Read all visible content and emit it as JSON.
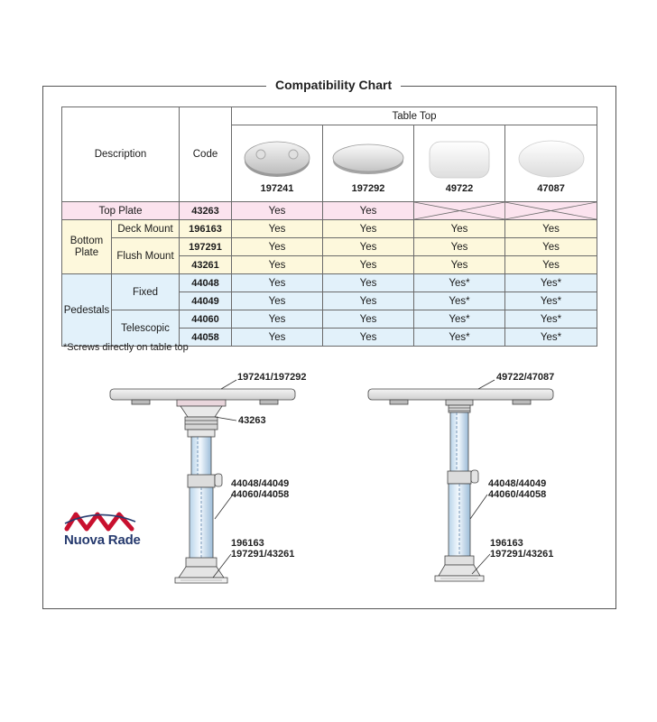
{
  "title": "Compatibility Chart",
  "header": {
    "description": "Description",
    "code": "Code",
    "table_top": "Table Top",
    "tops": [
      {
        "code": "197241",
        "shape": "oval-rounded"
      },
      {
        "code": "197292",
        "shape": "oval"
      },
      {
        "code": "49722",
        "shape": "rectangle"
      },
      {
        "code": "47087",
        "shape": "ellipse"
      }
    ]
  },
  "rows": {
    "top_plate": {
      "label": "Top Plate",
      "code": "43263",
      "values": [
        "Yes",
        "Yes"
      ]
    },
    "bottom_plate": {
      "group": "Bottom Plate",
      "deck_mount": {
        "label": "Deck Mount",
        "code": "196163",
        "values": [
          "Yes",
          "Yes",
          "Yes",
          "Yes"
        ]
      },
      "flush_mount": {
        "label": "Flush Mount",
        "rows": [
          {
            "code": "197291",
            "values": [
              "Yes",
              "Yes",
              "Yes",
              "Yes"
            ]
          },
          {
            "code": "43261",
            "values": [
              "Yes",
              "Yes",
              "Yes",
              "Yes"
            ]
          }
        ]
      }
    },
    "pedestals": {
      "group": "Pedestals",
      "fixed": {
        "label": "Fixed",
        "rows": [
          {
            "code": "44048",
            "values": [
              "Yes",
              "Yes",
              "Yes*",
              "Yes*"
            ]
          },
          {
            "code": "44049",
            "values": [
              "Yes",
              "Yes",
              "Yes*",
              "Yes*"
            ]
          }
        ]
      },
      "telescopic": {
        "label": "Telescopic",
        "rows": [
          {
            "code": "44060",
            "values": [
              "Yes",
              "Yes",
              "Yes*",
              "Yes*"
            ]
          },
          {
            "code": "44058",
            "values": [
              "Yes",
              "Yes",
              "Yes*",
              "Yes*"
            ]
          }
        ]
      }
    }
  },
  "footnote": "*Screws directly on table top",
  "diagram_left": {
    "top": "197241/197292",
    "plate": "43263",
    "pedestal_1": "44048/44049",
    "pedestal_2": "44060/44058",
    "base_1": "196163",
    "base_2": "197291/43261"
  },
  "diagram_right": {
    "top": "49722/47087",
    "pedestal_1": "44048/44049",
    "pedestal_2": "44060/44058",
    "base_1": "196163",
    "base_2": "197291/43261"
  },
  "brand": "Nuova Rade",
  "colors": {
    "pink": "#fbe3ee",
    "yellow": "#fdf8dc",
    "blue": "#e2f1fa",
    "brand_red": "#c8102e",
    "brand_blue": "#263a6e"
  }
}
